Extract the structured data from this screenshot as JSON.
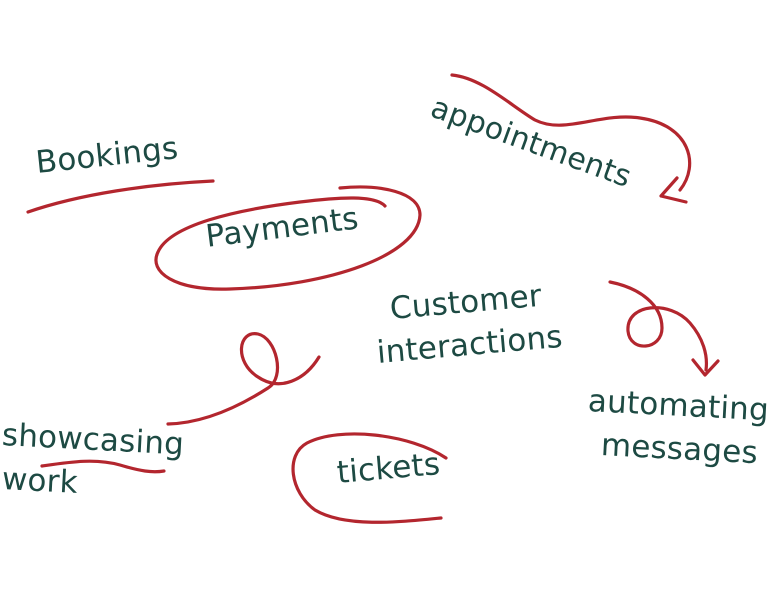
{
  "colors": {
    "text": "#1d4a43",
    "stroke": "#b3262e",
    "background": "#ffffff"
  },
  "labels": {
    "bookings": "Bookings",
    "payments": "Payments",
    "appointments": "appointments",
    "customer_interactions": [
      "Customer",
      "interactions"
    ],
    "automating_messages": [
      "automating",
      "messages"
    ],
    "showcasing_work": [
      "showcasing",
      "work"
    ],
    "tickets": "tickets"
  }
}
